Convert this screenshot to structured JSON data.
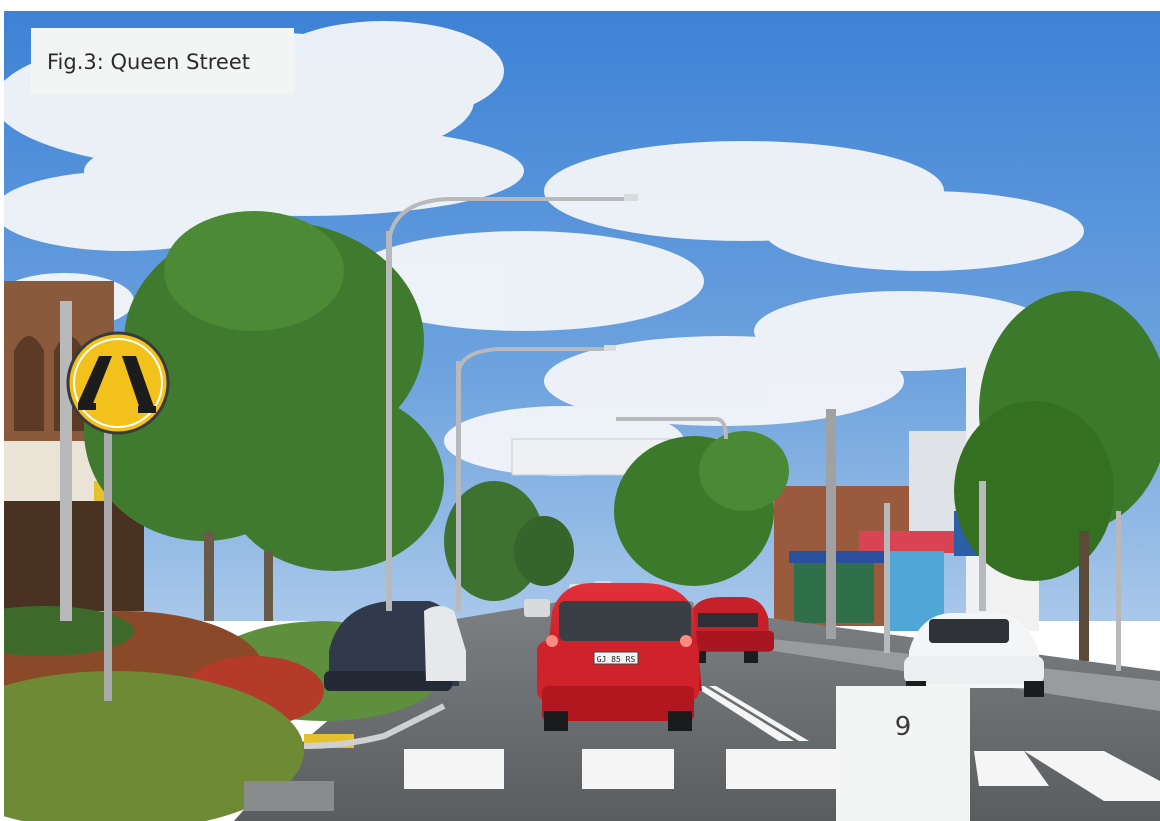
{
  "figure": {
    "caption": "Fig.3: Queen Street",
    "page_number": "9",
    "plate": "GJ 85 RS"
  },
  "colors": {
    "sky": "#4f8fd8",
    "road": "#6b6e70",
    "car_red": "#d8232b",
    "foliage": "#3f7a2e",
    "sign_yellow": "#f2c11b"
  }
}
